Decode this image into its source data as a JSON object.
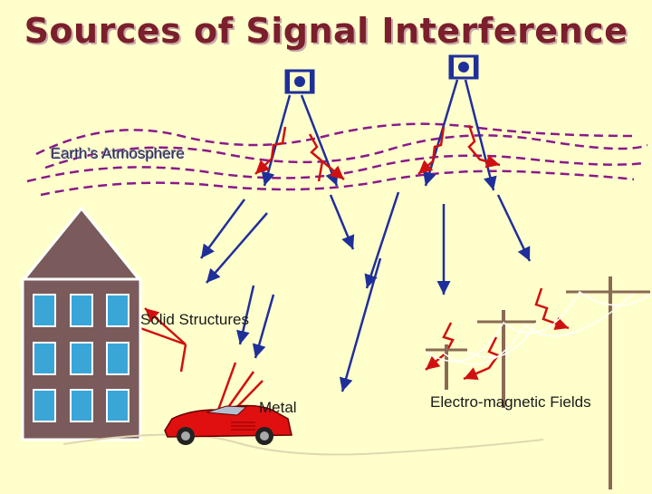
{
  "slide": {
    "title": "Sources of Signal Interference",
    "labels": {
      "atmosphere": "Earth’s Atmosphere",
      "structures": "Solid Structures",
      "metal": "Metal",
      "em_fields": "Electro-magnetic Fields"
    }
  },
  "colors": {
    "background": "#ffffcc",
    "title": "#7a1f2b",
    "signal_arrow": "#1f2f9a",
    "interference": "#d01010",
    "atmosphere_lines": "#8a1a8a",
    "building": "#7a5a5a",
    "window": "#3aa6d8",
    "car": "#e01010",
    "pole": "#8a6a55"
  },
  "icons": [
    "satellite-icon",
    "building-icon",
    "car-icon",
    "utility-pole-icon"
  ]
}
